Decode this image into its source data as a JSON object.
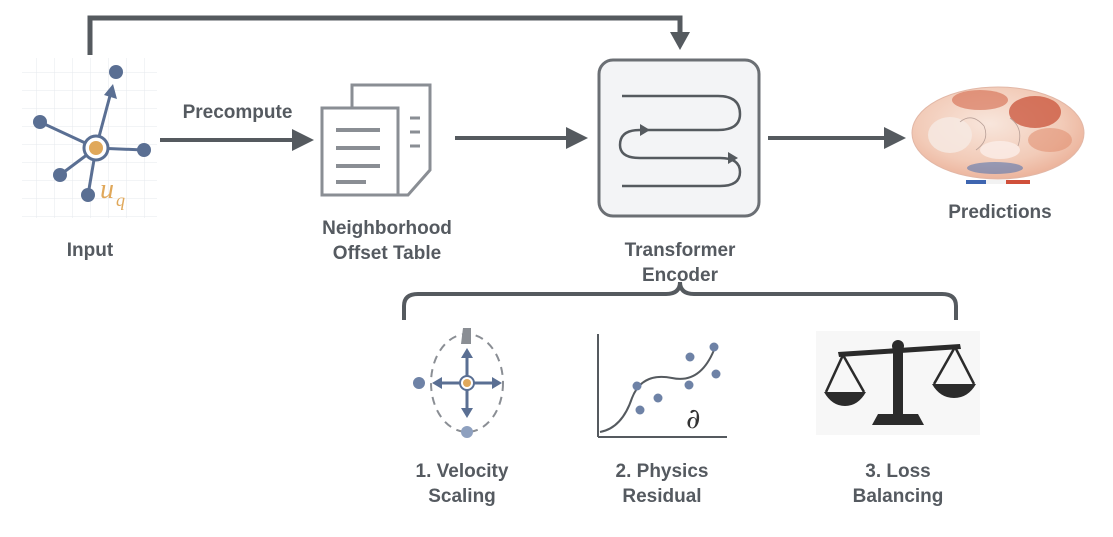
{
  "nodes": {
    "input": {
      "label": "Input",
      "symbol": "u",
      "subscript": "q"
    },
    "precompute": {
      "label": "Precompute"
    },
    "offset_table": {
      "line1": "Neighborhood",
      "line2": "Offset Table"
    },
    "encoder": {
      "line1": "Transformer",
      "line2": "Encoder"
    },
    "predictions": {
      "label": "Predictions"
    }
  },
  "components": [
    {
      "line1": "1. Velocity",
      "line2": "Scaling",
      "icon": "velocity-scaling-icon"
    },
    {
      "line1": "2. Physics",
      "line2": "Residual",
      "icon": "physics-residual-icon",
      "symbol": "∂"
    },
    {
      "line1": "3. Loss",
      "line2": "Balancing",
      "icon": "balance-scale-icon"
    }
  ],
  "colors": {
    "arrow": "#555a5f",
    "node_blue": "#5a6f93",
    "accent_orange": "#e0a85a",
    "heat_red": "#c9533a",
    "heat_light": "#f6ddd0",
    "label": "#555a60"
  }
}
